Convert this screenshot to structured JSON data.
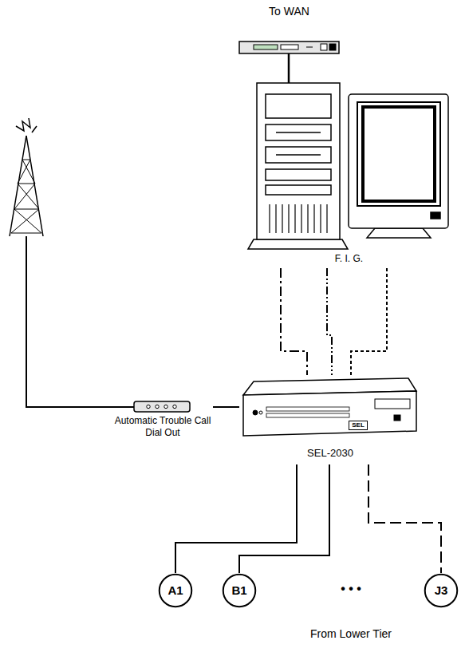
{
  "diagram": {
    "nodes": [
      {
        "text": [
          "F. I. G."
        ]
      },
      {
        "text": [
          "Automatic Trouble Call Dial Out"
        ]
      },
      {
        "text": [
          "SEL-2030"
        ]
      },
      {
        "text": [
          "A1"
        ]
      },
      {
        "text": [
          "B1"
        ]
      },
      {
        "text": [
          "J3"
        ]
      }
    ],
    "edges": [
      {
        "from": 0,
        "to": 2,
        "arrow": "none"
      },
      {
        "from": 0,
        "to": 2,
        "arrow": "none"
      },
      {
        "from": 0,
        "to": 2,
        "arrow": "none"
      },
      {
        "from": 1,
        "to": 2,
        "arrow": "none"
      },
      {
        "from": 2,
        "to": 3,
        "arrow": "none"
      },
      {
        "from": 2,
        "to": 4,
        "arrow": "none"
      },
      {
        "from": 2,
        "to": 5,
        "arrow": "none"
      }
    ],
    "labels": [
      "To WAN",
      "SEL",
      "• • •",
      "From Lower Tier"
    ]
  }
}
